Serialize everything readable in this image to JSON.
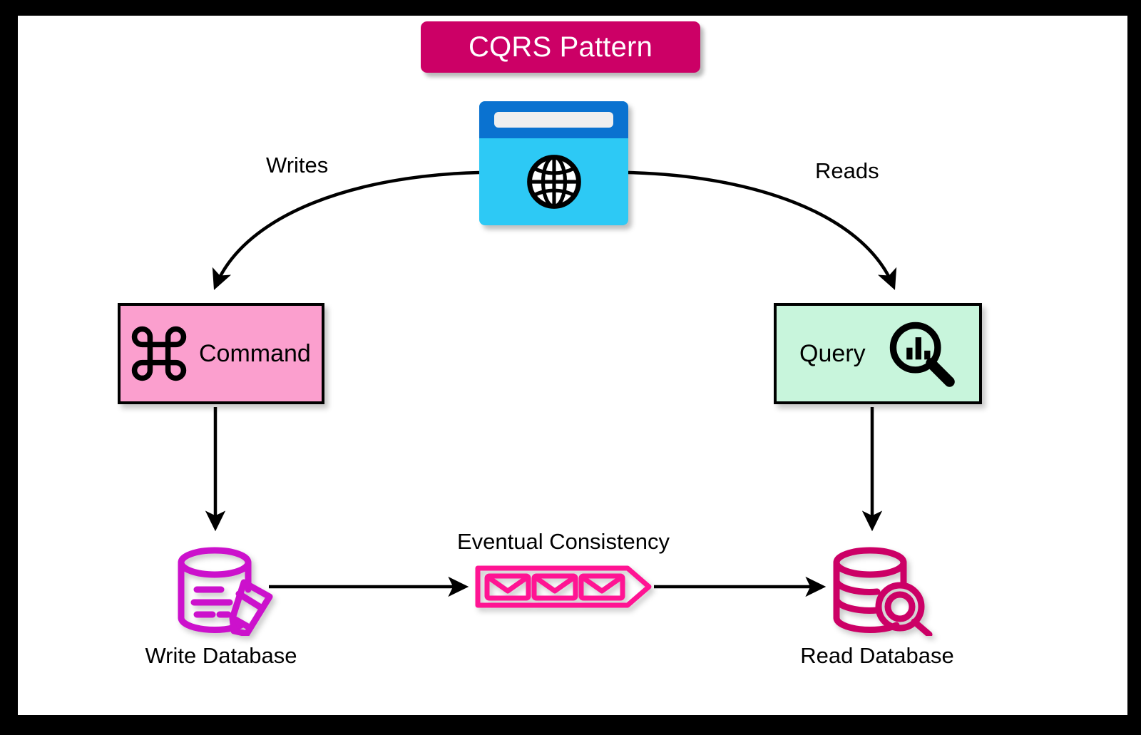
{
  "diagram": {
    "title": "CQRS Pattern",
    "title_color": "#CC0066",
    "frame_color": "#000000",
    "background": "#FFFFFF"
  },
  "nodes": {
    "browser": {
      "icon": "browser-globe-icon",
      "titlebar_color": "#0A72D0",
      "body_color": "#2DC9F5",
      "addressbar_color": "#EFEFEF"
    },
    "command": {
      "label": "Command",
      "icon": "command-key-icon",
      "fill": "#FB9FCE",
      "stroke": "#000000"
    },
    "query": {
      "label": "Query",
      "icon": "magnifier-barchart-icon",
      "fill": "#C8F5DC",
      "stroke": "#000000"
    },
    "write_database": {
      "label": "Write Database",
      "icon": "database-pencil-icon",
      "color": "#CC11CC"
    },
    "read_database": {
      "label": "Read Database",
      "icon": "database-magnifier-icon",
      "color": "#CC0066"
    },
    "message_queue": {
      "label": "Eventual Consistency",
      "icon": "envelope-queue-icon",
      "color": "#FF1493",
      "envelope_count": 3
    }
  },
  "edges": [
    {
      "id": "browser-to-command",
      "label": "Writes",
      "from": "browser",
      "to": "command",
      "style": "curved-arrow"
    },
    {
      "id": "browser-to-query",
      "label": "Reads",
      "from": "browser",
      "to": "query",
      "style": "curved-arrow"
    },
    {
      "id": "command-to-write-db",
      "label": "",
      "from": "command",
      "to": "write_database",
      "style": "straight-arrow"
    },
    {
      "id": "query-to-read-db",
      "label": "",
      "from": "query",
      "to": "read_database",
      "style": "straight-arrow"
    },
    {
      "id": "write-db-to-queue",
      "label": "",
      "from": "write_database",
      "to": "message_queue",
      "style": "straight-arrow"
    },
    {
      "id": "queue-to-read-db",
      "label": "",
      "from": "message_queue",
      "to": "read_database",
      "style": "straight-arrow"
    }
  ]
}
